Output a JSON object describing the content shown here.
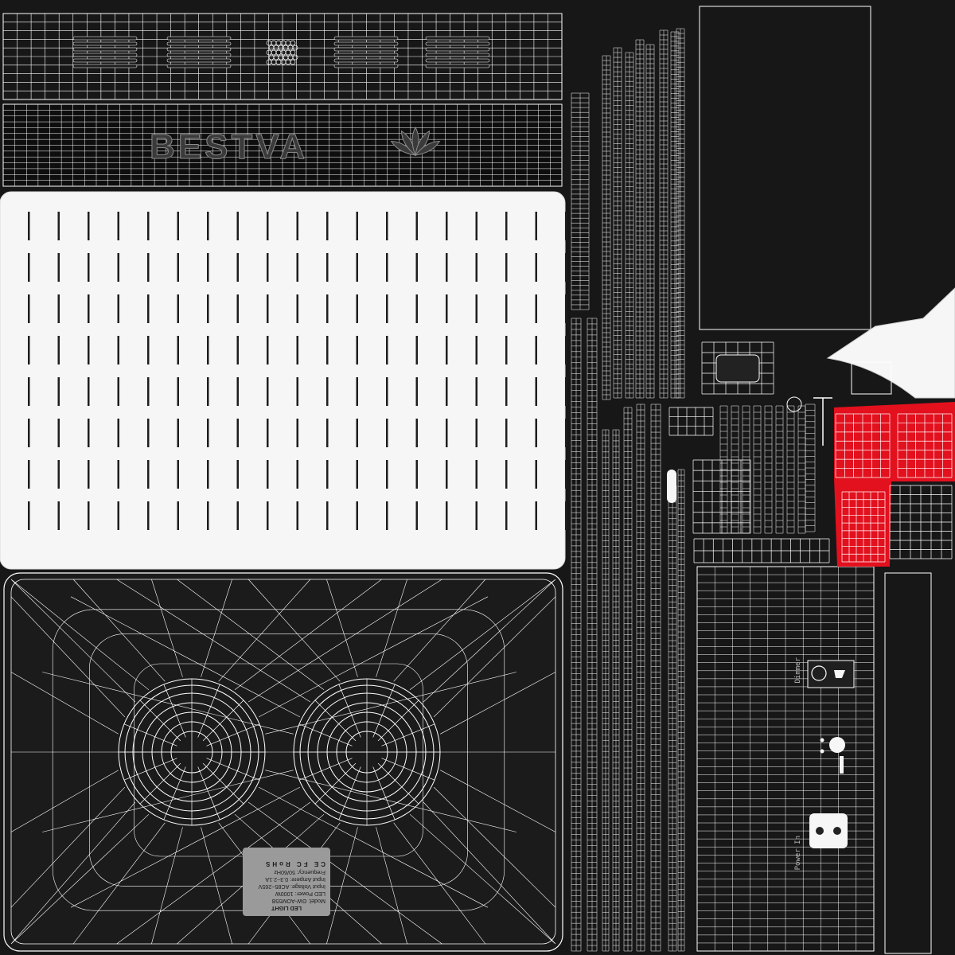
{
  "brand_logo": "BESTVA",
  "spec_label": {
    "title": "LED LIGHT",
    "model": "Model: GW-AOM55B",
    "power": "LED Power: 1000W",
    "voltage": "Input Voltage: AC85~265V",
    "ampere": "Input Ampere: 0.3~2.1A",
    "frequency": "Frequency: 50/60Hz",
    "certs": "CE FC RoHS"
  },
  "port_labels": [
    "Dimmer",
    "Power In"
  ],
  "colors": {
    "background": "#171717",
    "wire": "#ffffff",
    "panel": "#f6f6f6",
    "accent_red": "#e3101e",
    "slot": "#1e1e1e"
  }
}
